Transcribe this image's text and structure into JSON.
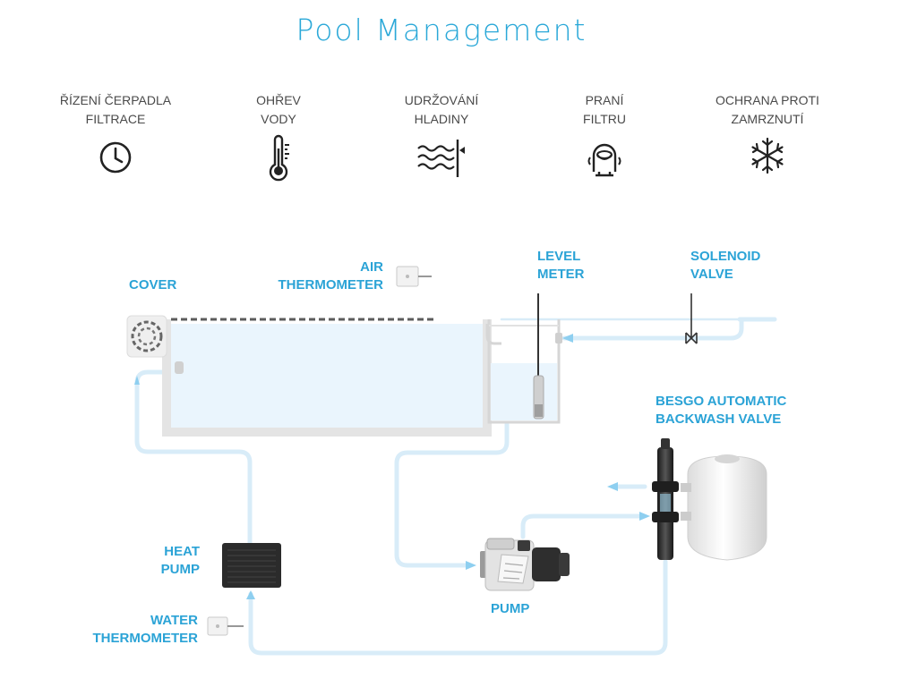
{
  "page": {
    "title": "Pool Management"
  },
  "features": [
    {
      "line1": "ŘÍZENÍ ČERPADLA",
      "line2": "FILTRACE",
      "icon": "clock-icon"
    },
    {
      "line1": "OHŘEV",
      "line2": "VODY",
      "icon": "thermometer-icon"
    },
    {
      "line1": "UDRŽOVÁNÍ",
      "line2": "HLADINY",
      "icon": "water-level-icon"
    },
    {
      "line1": "PRANÍ",
      "line2": "FILTRU",
      "icon": "filter-wash-icon"
    },
    {
      "line1": "OCHRANA PROTI",
      "line2": "ZAMRZNUTÍ",
      "icon": "snowflake-icon"
    }
  ],
  "diagram": {
    "labels": {
      "cover": "COVER",
      "air_thermometer_1": "AIR",
      "air_thermometer_2": "THERMOMETER",
      "level_meter_1": "LEVEL",
      "level_meter_2": "METER",
      "solenoid_valve_1": "SOLENOID",
      "solenoid_valve_2": "VALVE",
      "besgo_1": "BESGO AUTOMATIC",
      "besgo_2": "BACKWASH VALVE",
      "heat_pump_1": "HEAT",
      "heat_pump_2": "PUMP",
      "pump": "PUMP",
      "water_thermometer_1": "WATER",
      "water_thermometer_2": "THERMOMETER"
    },
    "colors": {
      "accent": "#2ba3d6",
      "pipe": "#d8ecf8",
      "flow_arrow": "#8ecff0",
      "pool_water": "#eaf5fd",
      "pool_wall": "#e6e6e6",
      "device_dark": "#2b2b2b"
    }
  }
}
